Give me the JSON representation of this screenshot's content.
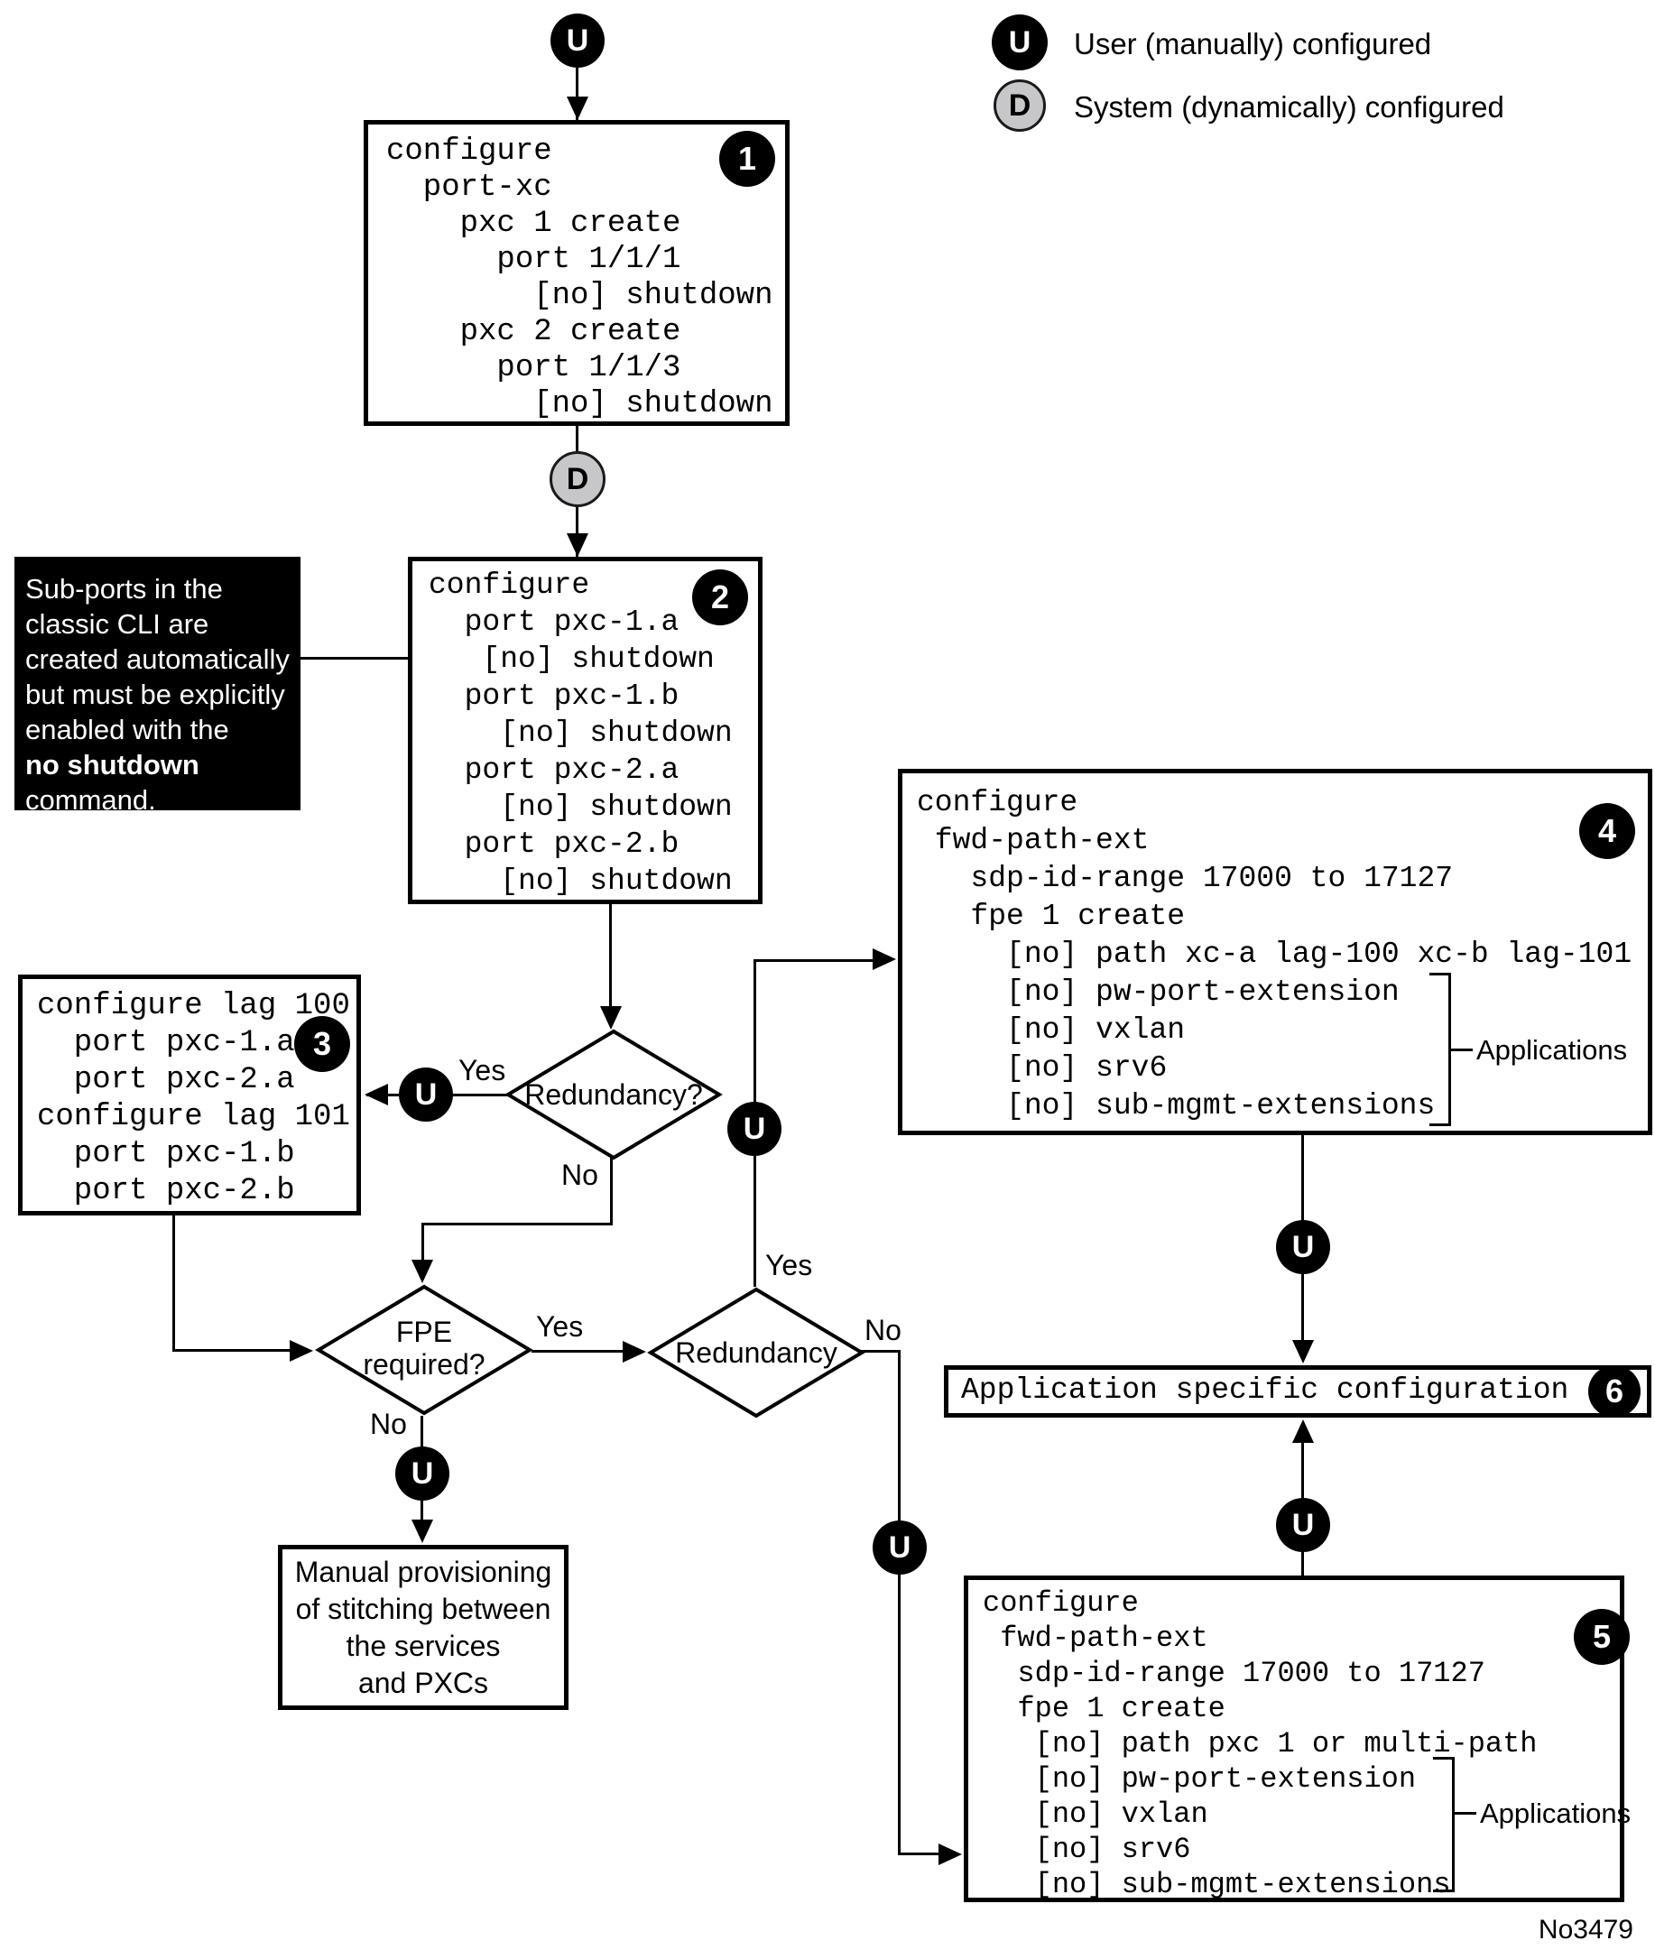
{
  "legend": {
    "u_symbol": "U",
    "d_symbol": "D",
    "u_label": "User (manually) configured",
    "d_label": "System (dynamically) configured"
  },
  "colors": {
    "ink": "#000000",
    "paper": "#ffffff",
    "d_badge_fill": "#c7c7c9"
  },
  "steps": {
    "box1": {
      "badge": "1",
      "lines": [
        "configure",
        "  port-xc",
        "    pxc 1 create",
        "      port 1/1/1",
        "        [no] shutdown",
        "    pxc 2 create",
        "      port 1/1/3",
        "        [no] shutdown"
      ]
    },
    "box2": {
      "badge": "2",
      "lines": [
        "configure",
        "  port pxc-1.a",
        "   [no] shutdown",
        "  port pxc-1.b",
        "    [no] shutdown",
        "  port pxc-2.a",
        "    [no] shutdown",
        "  port pxc-2.b",
        "    [no] shutdown"
      ]
    },
    "box3": {
      "badge": "3",
      "lines": [
        "configure lag 100",
        "  port pxc-1.a",
        "  port pxc-2.a",
        "configure lag 101",
        "  port pxc-1.b",
        "  port pxc-2.b"
      ]
    },
    "box4": {
      "badge": "4",
      "lines": [
        "configure",
        " fwd-path-ext",
        "   sdp-id-range 17000 to 17127",
        "   fpe 1 create",
        "     [no] path xc-a lag-100 xc-b lag-101",
        "     [no] pw-port-extension",
        "     [no] vxlan",
        "     [no] srv6",
        "     [no] sub-mgmt-extensions"
      ],
      "applications_label": "Applications"
    },
    "box5": {
      "badge": "5",
      "lines": [
        "configure",
        " fwd-path-ext",
        "  sdp-id-range 17000 to 17127",
        "  fpe 1 create",
        "   [no] path pxc 1 or multi-path",
        "   [no] pw-port-extension",
        "   [no] vxlan",
        "   [no] srv6",
        "   [no] sub-mgmt-extensions"
      ],
      "applications_label": "Applications"
    },
    "box6": {
      "badge": "6",
      "text": "Application specific configuration"
    }
  },
  "callout": {
    "lines": [
      {
        "t": "Sub-ports in the"
      },
      {
        "t": "classic CLI are"
      },
      {
        "t": "created automatically"
      },
      {
        "t": "but must be explicitly"
      },
      {
        "t": "enabled with the"
      },
      {
        "t": "no shutdown",
        "b": true
      },
      {
        "t": "command."
      }
    ]
  },
  "manual_box": {
    "lines": [
      "Manual provisioning",
      "of stitching between",
      "the services",
      "and PXCs"
    ]
  },
  "decisions": {
    "redundancy1": "Redundancy?",
    "fpe_line1": "FPE",
    "fpe_line2": "required?",
    "redundancy2": "Redundancy"
  },
  "edge_labels": {
    "d1_yes": "Yes",
    "d1_no": "No",
    "fpe_yes": "Yes",
    "fpe_no": "No",
    "d2_yes": "Yes",
    "d2_no": "No"
  },
  "figure_number": "No3479"
}
